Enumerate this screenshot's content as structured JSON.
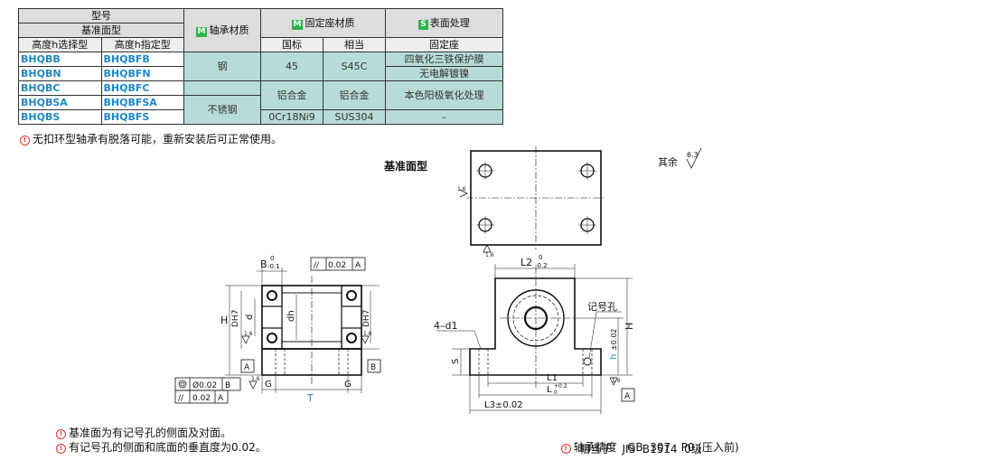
{
  "table": {
    "h_model": "型号",
    "h_base": "基准面型",
    "h_sel": "高度h选择型",
    "h_spec": "高度h指定型",
    "h_bearing": "轴承材质",
    "h_seat": "固定座材质",
    "h_surface": "表面处理",
    "h_std": "国标",
    "h_equiv": "相当",
    "h_fixed": "固定座",
    "tag_m": "M",
    "tag_s": "S",
    "rows_sel": [
      "BHQBB",
      "BHQBN",
      "BHQBC",
      "BHQBSA",
      "BHQBS"
    ],
    "rows_spec": [
      "BHQBFB",
      "BHQBFN",
      "BHQBFC",
      "BHQBFSA",
      "BHQBFS"
    ],
    "bearing": [
      "钢",
      "不锈钢"
    ],
    "seat_std": [
      "45",
      "铝合金",
      "0Cr18Ni9"
    ],
    "seat_equiv": [
      "S45C",
      "铝合金",
      "SUS304"
    ],
    "surface": [
      "四氧化三铁保护膜",
      "无电解镀镍",
      "本色阳极氧化处理",
      "–"
    ]
  },
  "notes": {
    "top": "无扣环型轴承有脱落可能，重新安装后可正常使用。",
    "base1": "基准面为有记号孔的侧面及对面。",
    "base2": "有记号孔的侧面和底面的垂直度为0.02。",
    "acc1": "轴承精度   GB  307   P0 (压入前)",
    "acc2": "相当于   JIS  B1514  0级",
    "warn": "!"
  },
  "drawing": {
    "title": "基准面型",
    "rest": "其余",
    "rough_main": "6.3",
    "rough": "1.6",
    "lbl_B": "B",
    "tol_B_up": "0",
    "tol_B_lo": "-0.1",
    "tol_par": "0.02",
    "datum_A": "A",
    "datum_B": "B",
    "lbl_H": "H",
    "lbl_DH7": "DH7",
    "lbl_d": "d",
    "lbl_dh": "dh",
    "lbl_G": "G",
    "lbl_T": "T",
    "tol_conc": "Ø0.02",
    "tol_par2": "0.02",
    "lbl_L2": "L2",
    "tol_L2_up": "0",
    "tol_L2_lo": "-0.2",
    "lbl_mark": "记号孔",
    "lbl_4d1": "4–d1",
    "lbl_S": "S",
    "lbl_h": "h",
    "tol_h": "±0.02",
    "lbl_L1": "L1",
    "lbl_L": "L",
    "tol_L_up": "+0.2",
    "tol_L_lo": "0",
    "lbl_L3": "L3±0.02",
    "sym_conc": "◎",
    "sym_par": "//"
  }
}
